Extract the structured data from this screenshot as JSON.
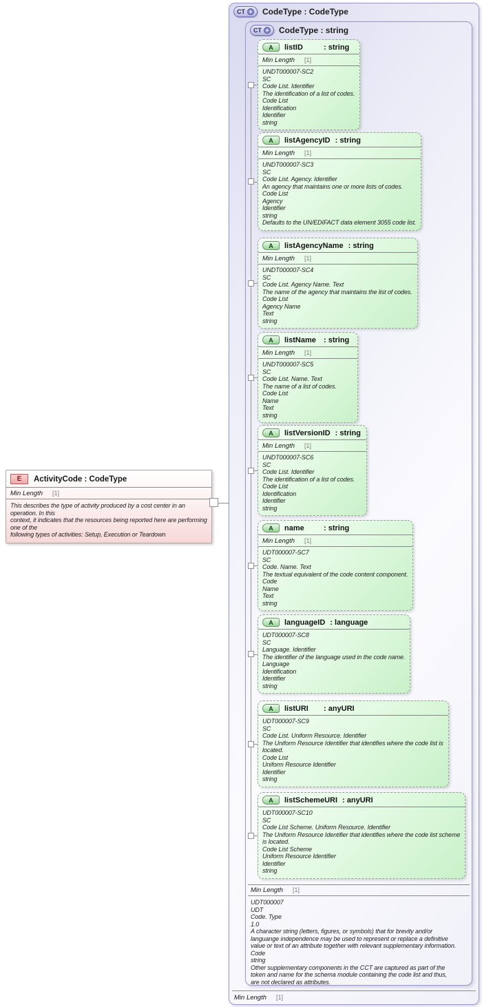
{
  "icons": {
    "plus": "+"
  },
  "element": {
    "badge": "E",
    "title": "ActivityCode : CodeType",
    "facet": {
      "name": "Min Length",
      "value": "[1]"
    },
    "docs": [
      "This describes the type of activity produced by a cost center in an",
      "operation. In this",
      "context, it indicates that the resources being reported here are performing",
      "one of the",
      "following types of activities: Setup, Execution or Teardown"
    ]
  },
  "outer": {
    "badge": "CT",
    "title": "CodeType : CodeType",
    "bottom_facet": {
      "name": "Min Length",
      "value": "[1]"
    }
  },
  "inner": {
    "badge": "CT",
    "title": "CodeType : string",
    "attributes": [
      {
        "badge": "A",
        "name": "listID",
        "type": "string",
        "facet": {
          "name": "Min Length",
          "value": "[1]"
        },
        "docs": [
          "UNDT000007-SC2",
          "SC",
          "Code List. Identifier",
          "The identification of a list of codes.",
          "Code List",
          "Identification",
          "Identifier",
          "string"
        ]
      },
      {
        "badge": "A",
        "name": "listAgencyID",
        "type": "string",
        "facet": {
          "name": "Min Length",
          "value": "[1]"
        },
        "docs": [
          "UNDT000007-SC3",
          "SC",
          "Code List. Agency. Identifier",
          "An agency that maintains one or more lists of codes.",
          "Code List",
          "Agency",
          "Identifier",
          "string",
          "Defaults to the UN/EDIFACT data element 3055 code list."
        ]
      },
      {
        "badge": "A",
        "name": "listAgencyName",
        "type": "string",
        "facet": {
          "name": "Min Length",
          "value": "[1]"
        },
        "docs": [
          "UNDT000007-SC4",
          "SC",
          "Code List. Agency Name. Text",
          "The name of the agency that maintains the list of codes.",
          "Code List",
          "Agency Name",
          "Text",
          "string"
        ]
      },
      {
        "badge": "A",
        "name": "listName",
        "type": "string",
        "facet": {
          "name": "Min Length",
          "value": "[1]"
        },
        "docs": [
          "UNDT000007-SC5",
          "SC",
          "Code List. Name. Text",
          "The name of a list of codes.",
          "Code List",
          "Name",
          "Text",
          "string"
        ]
      },
      {
        "badge": "A",
        "name": "listVersionID",
        "type": "string",
        "facet": {
          "name": "Min Length",
          "value": "[1]"
        },
        "docs": [
          "UNDT000007-SC6",
          "SC",
          "Code List. Identifier",
          "The identification of a list of codes.",
          "Code List",
          "Identification",
          "Identifier",
          "string"
        ]
      },
      {
        "badge": "A",
        "name": "name",
        "type": "string",
        "facet": {
          "name": "Min Length",
          "value": "[1]"
        },
        "docs": [
          "UDT000007-SC7",
          "SC",
          "Code. Name. Text",
          "The textual equivalent of the code content component.",
          "Code",
          "Name",
          "Text",
          "string"
        ]
      },
      {
        "badge": "A",
        "name": "languageID",
        "type": "language",
        "facet": null,
        "docs": [
          "UDT000007-SC8",
          "SC",
          "Language. Identifier",
          "The identifier of the language used in the code name.",
          "Language",
          "Identification",
          "Identifier",
          "string"
        ]
      },
      {
        "badge": "A",
        "name": "listURI",
        "type": "anyURI",
        "facet": null,
        "docs": [
          "UDT000007-SC9",
          "SC",
          "Code List. Uniform Resource. Identifier",
          "The Uniform Resource Identifier that identifies where the code list is",
          "located.",
          "Code List",
          "Uniform Resource Identifier",
          "Identifier",
          "string"
        ]
      },
      {
        "badge": "A",
        "name": "listSchemeURI",
        "type": "anyURI",
        "facet": null,
        "docs": [
          "UDT000007-SC10",
          "SC",
          "Code List Scheme. Uniform Resource. Identifier",
          "The Uniform Resource Identifier that identifies where the code list scheme",
          "is located.",
          "Code List Scheme",
          "Uniform Resource Identifier",
          "Identifier",
          "string"
        ]
      }
    ],
    "bottom_facet": {
      "name": "Min Length",
      "value": "[1]"
    },
    "bottom_docs": [
      "UDT000007",
      "UDT",
      "Code. Type",
      "1.0",
      "A character string (letters, figures, or symbols) that for brevity and/or",
      "languange independence may be used to represent or replace a definitive",
      "value or text of an attribute together with relevant supplementary information.",
      "Code",
      "string",
      "Other supplementary components in the CCT are captured as part of the",
      "token and name for the schema module containing the code list and thus,",
      "are not declared as attributes."
    ]
  }
}
